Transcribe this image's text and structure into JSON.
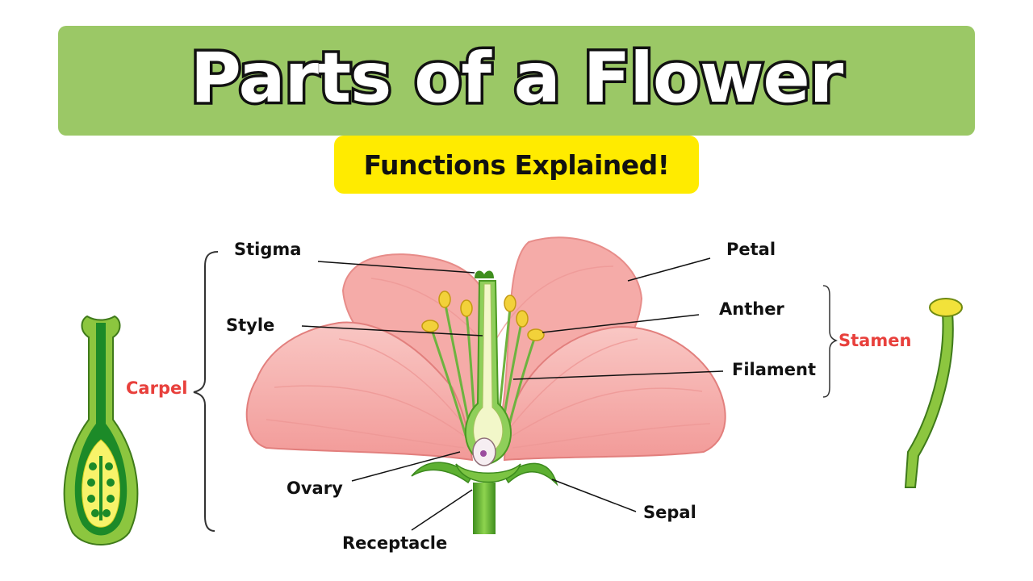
{
  "title": "Parts of a Flower",
  "subtitle": "Functions Explained!",
  "colors": {
    "banner": "#9BC866",
    "subtitle_pill": "#FFEB00",
    "label_text": "#111111",
    "group_label": "#E8403C",
    "petal": "#F4A3A3",
    "petal_light": "#F9C6C3",
    "stem_green": "#57A52C",
    "ovary_yellow": "#FFFF66"
  },
  "labels": {
    "stigma": "Stigma",
    "style": "Style",
    "ovary": "Ovary",
    "receptacle": "Receptacle",
    "petal": "Petal",
    "anther": "Anther",
    "filament": "Filament",
    "sepal": "Sepal"
  },
  "groups": {
    "carpel": "Carpel",
    "stamen": "Stamen"
  }
}
